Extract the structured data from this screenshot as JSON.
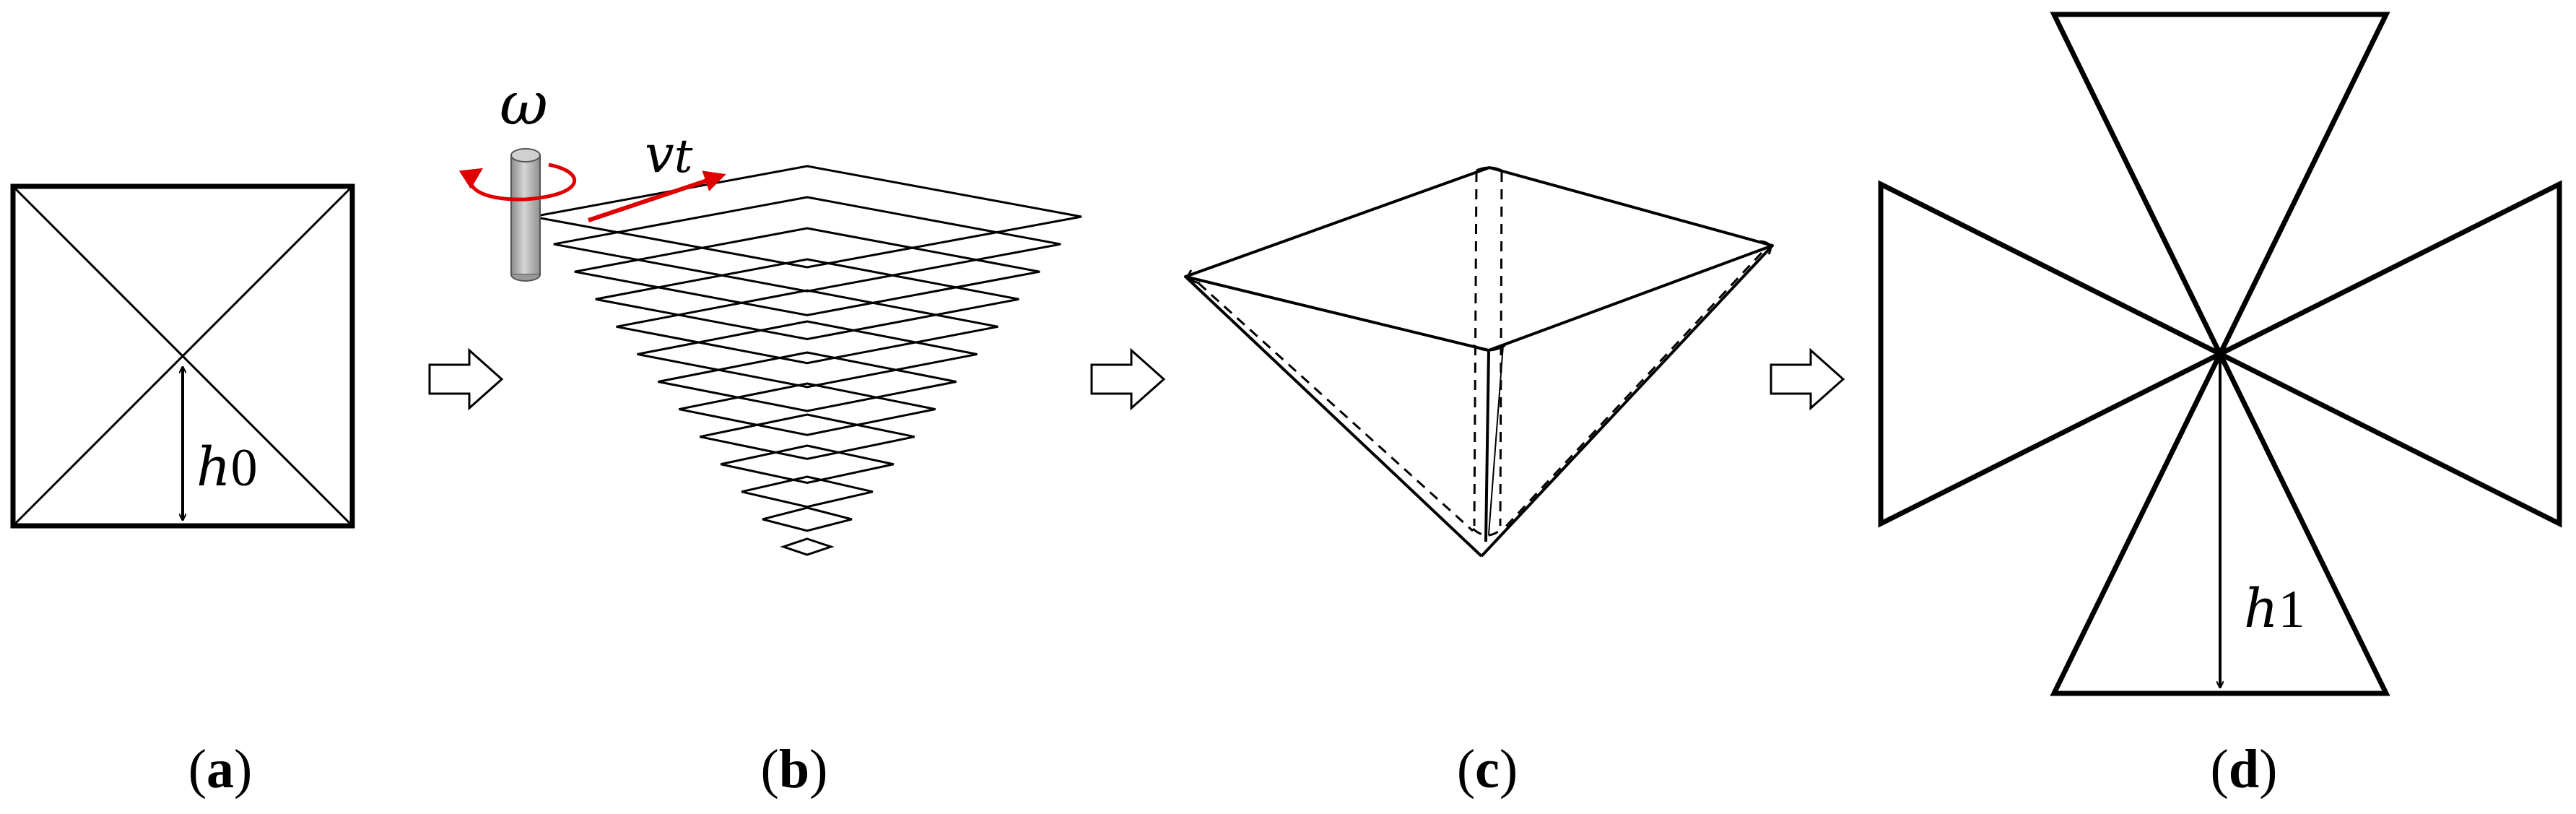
{
  "panels": {
    "a": {
      "caption_letter": "a",
      "height_label": "h",
      "height_sub": "0"
    },
    "b": {
      "caption_letter": "b",
      "omega_label": "ω",
      "velocity_label": "v",
      "velocity_sub": "t"
    },
    "c": {
      "caption_letter": "c"
    },
    "d": {
      "caption_letter": "d",
      "height_label": "h",
      "height_sub": "1"
    }
  },
  "colors": {
    "stroke": "#000000",
    "accent": "#e00000",
    "tool": "#a6a6a6"
  },
  "icons": {
    "step_arrow": "hollow-right-arrow"
  }
}
